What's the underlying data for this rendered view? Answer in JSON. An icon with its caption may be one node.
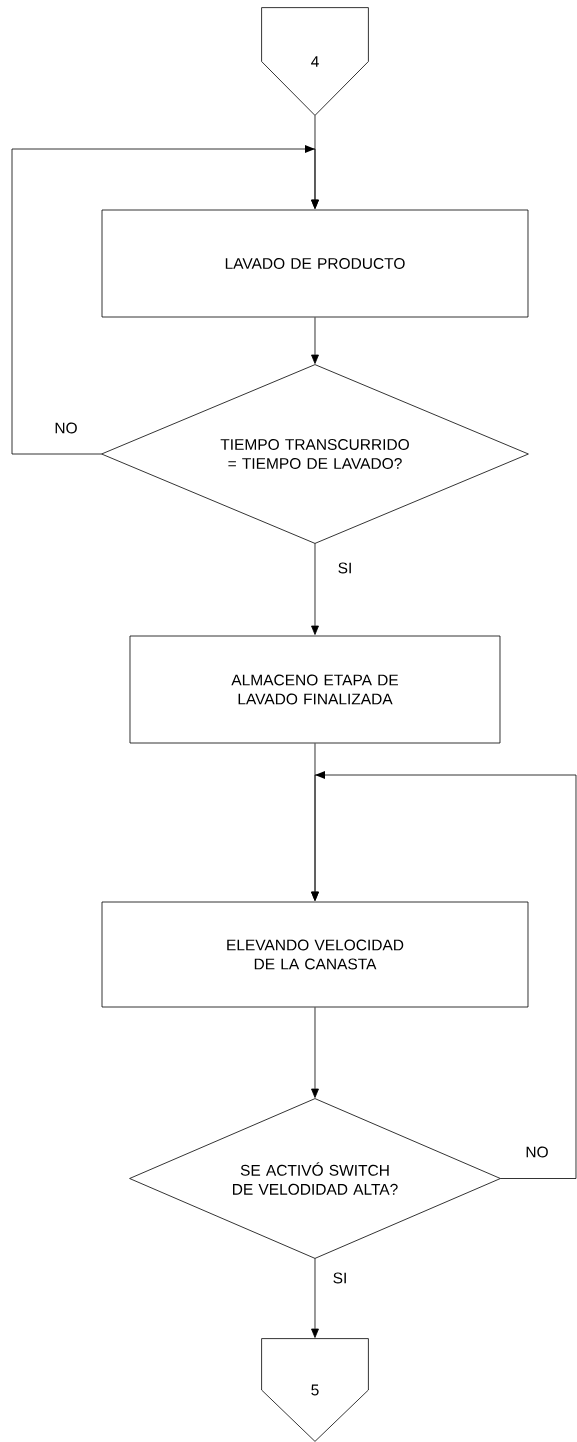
{
  "diagram": {
    "nodes": [
      {
        "text": [
          "4"
        ]
      },
      {
        "text": [
          "LAVADO DE PRODUCTO"
        ]
      },
      {
        "text": [
          "TIEMPO TRANSCURRIDO = TIEMPO DE LAVADO?"
        ]
      },
      {
        "text": [
          "ALMACENO ETAPA DE LAVADO FINALIZADA"
        ]
      },
      {
        "text": [
          "ELEVANDO VELOCIDAD DE LA CANASTA"
        ]
      },
      {
        "text": [
          "SE ACTIVÓ SWITCH DE VELODIDAD ALTA?"
        ]
      },
      {
        "text": [
          "5"
        ]
      }
    ],
    "edges": [
      {
        "from": 0,
        "to": 1,
        "arrow": "to"
      },
      {
        "from": 1,
        "to": 2,
        "arrow": "to"
      },
      {
        "from": 2,
        "to": 1,
        "arrow": "to",
        "label": "NO"
      },
      {
        "from": 2,
        "to": 3,
        "arrow": "to",
        "label": "SI"
      },
      {
        "from": 3,
        "to": 4,
        "arrow": "to"
      },
      {
        "from": 5,
        "to": 4,
        "arrow": "to",
        "label": "NO"
      },
      {
        "from": 4,
        "to": 5,
        "arrow": "to"
      },
      {
        "from": 5,
        "to": 6,
        "arrow": "to",
        "label": "SI"
      }
    ]
  }
}
